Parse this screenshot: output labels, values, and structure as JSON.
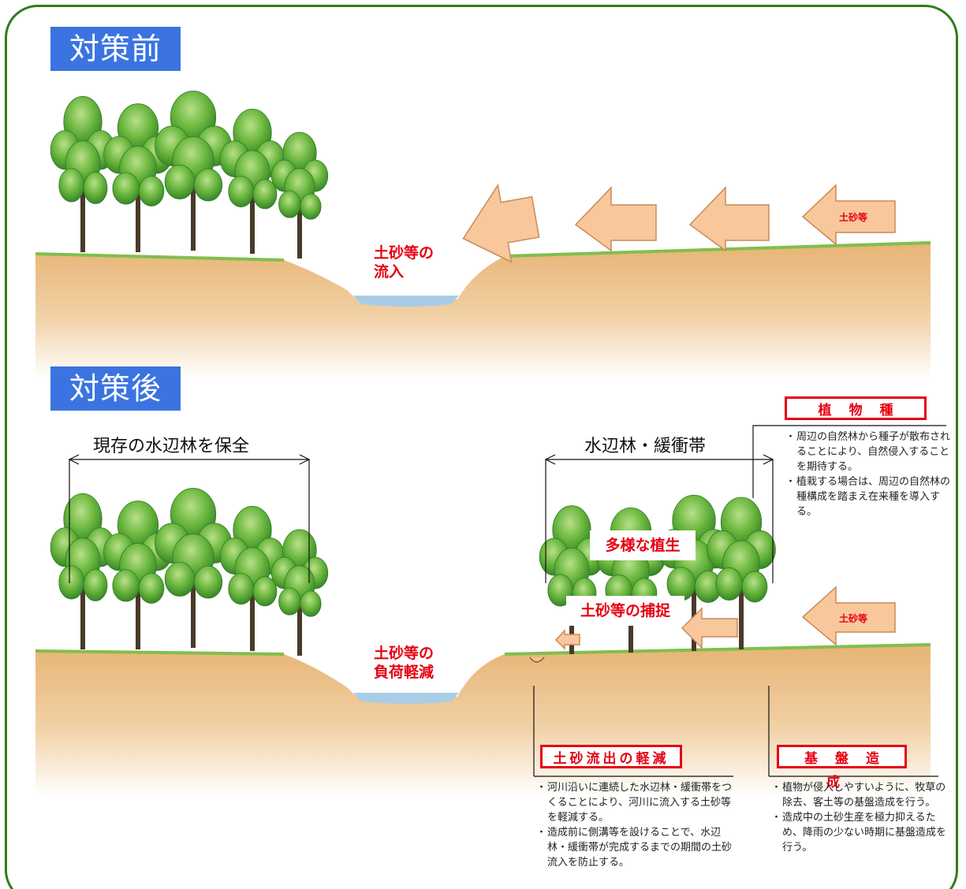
{
  "before": {
    "heading": "対策前",
    "inflow_label_line1": "土砂等の",
    "inflow_label_line2": "流入",
    "arrow_label": "土砂等"
  },
  "after": {
    "heading": "対策後",
    "preserve_label": "現存の水辺林を保全",
    "buffer_label": "水辺林・緩衝帯",
    "diverse_vegetation": "多様な植生",
    "sediment_capture": "土砂等の捕捉",
    "load_reduction_line1": "土砂等の",
    "load_reduction_line2": "負荷軽減",
    "arrow_label": "土砂等"
  },
  "boxes": {
    "plant_species": {
      "title": "植物種",
      "notes": [
        "周辺の自然林から種子が散布されることにより、自然侵入することを期待する。",
        "植栽する場合は、周辺の自然林の種構成を踏まえ在来種を導入する。"
      ]
    },
    "runoff_reduction": {
      "title": "土砂流出の軽減",
      "notes": [
        "河川沿いに連続した水辺林・緩衝帯をつくることにより、河川に流入する土砂等を軽減する。",
        "造成前に側溝等を設けることで、水辺林・緩衝帯が完成するまでの期間の土砂流入を防止する。"
      ]
    },
    "ground_preparation": {
      "title": "基盤造成",
      "notes": [
        "植物が侵入しやすいように、牧草の除去、客土等の基盤造成を行う。",
        "造成中の土砂生産を極力抑えるため、降雨の少ない時期に基盤造成を行う。"
      ]
    }
  },
  "colors": {
    "frame": "#2e7d1c",
    "heading_bg": "#3b74e0",
    "soil": "#e7b474",
    "water": "#a9cde6",
    "grass": "#7fbf4d",
    "tree_dark": "#2f7d24",
    "tree_light": "#7cc04a",
    "arrow_fill": "#f8c79c",
    "arrow_stroke": "#c98a56",
    "accent_red": "#e60012"
  }
}
